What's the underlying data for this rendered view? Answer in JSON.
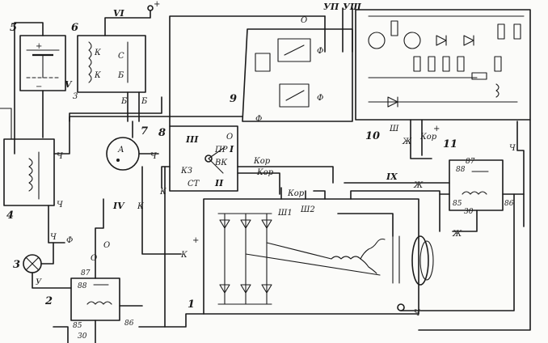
{
  "components": {
    "n1": "1",
    "n2": "2",
    "n3": "3",
    "n4": "4",
    "n5": "5",
    "n6": "6",
    "n7": "7",
    "n8": "8",
    "n9": "9",
    "n10": "10",
    "n11": "11"
  },
  "wires": {
    "K": "К",
    "Ch": "Ч",
    "F": "Ф",
    "O": "О",
    "Zh": "Ж",
    "Sh": "Ш",
    "Kor": "Кор",
    "Sh1": "Ш1",
    "Sh2": "Ш2",
    "Y": "У",
    "B": "Б",
    "C": "С",
    "A": "А"
  },
  "romans": {
    "I": "I",
    "II": "II",
    "III": "III",
    "IV": "IV",
    "V": "V",
    "VI": "VI",
    "VII": "УП",
    "VIII": "УШ",
    "IX": "IX"
  },
  "switch8": {
    "PR": "ПР",
    "VK": "ВК",
    "KZ": "КЗ",
    "ST": "СТ",
    "O": "О"
  },
  "relay_terminals": {
    "t30": "30",
    "t85": "85",
    "t86": "86",
    "t87": "87",
    "t88": "88"
  },
  "signs": {
    "plus": "+",
    "minus": "−"
  }
}
